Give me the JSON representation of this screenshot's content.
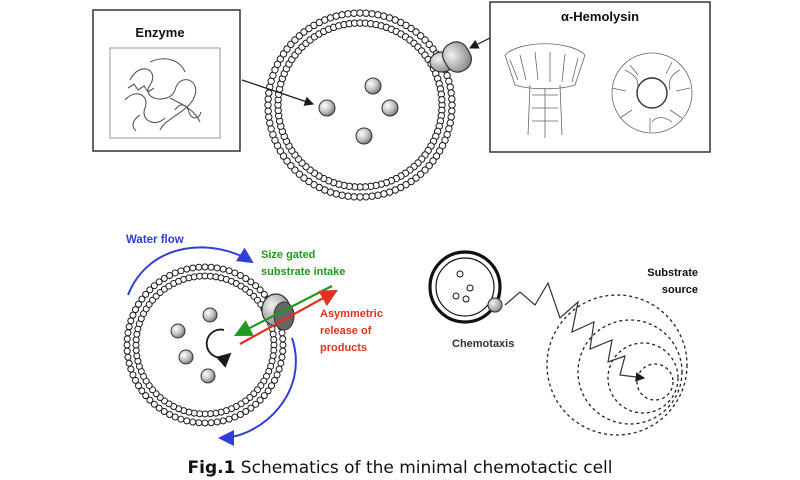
{
  "top": {
    "enzyme_label": "Enzyme",
    "hemolysin_label": "α-Hemolysin"
  },
  "bottom": {
    "water_flow": "Water flow",
    "size_gated_1": "Size gated",
    "size_gated_2": "substrate intake",
    "asym_1": "Asymmetric",
    "asym_2": "release of",
    "asym_3": "products",
    "substrate_1": "Substrate",
    "substrate_2": "source",
    "chemotaxis": "Chemotaxis"
  },
  "caption": {
    "fig": "Fig.1",
    "text": " Schematics of the minimal chemotactic cell"
  },
  "colors": {
    "water_flow": "#2f3fd8",
    "size_gated": "#1f9a1f",
    "asymmetric": "#e0321f",
    "ink": "#1a1a1a"
  }
}
